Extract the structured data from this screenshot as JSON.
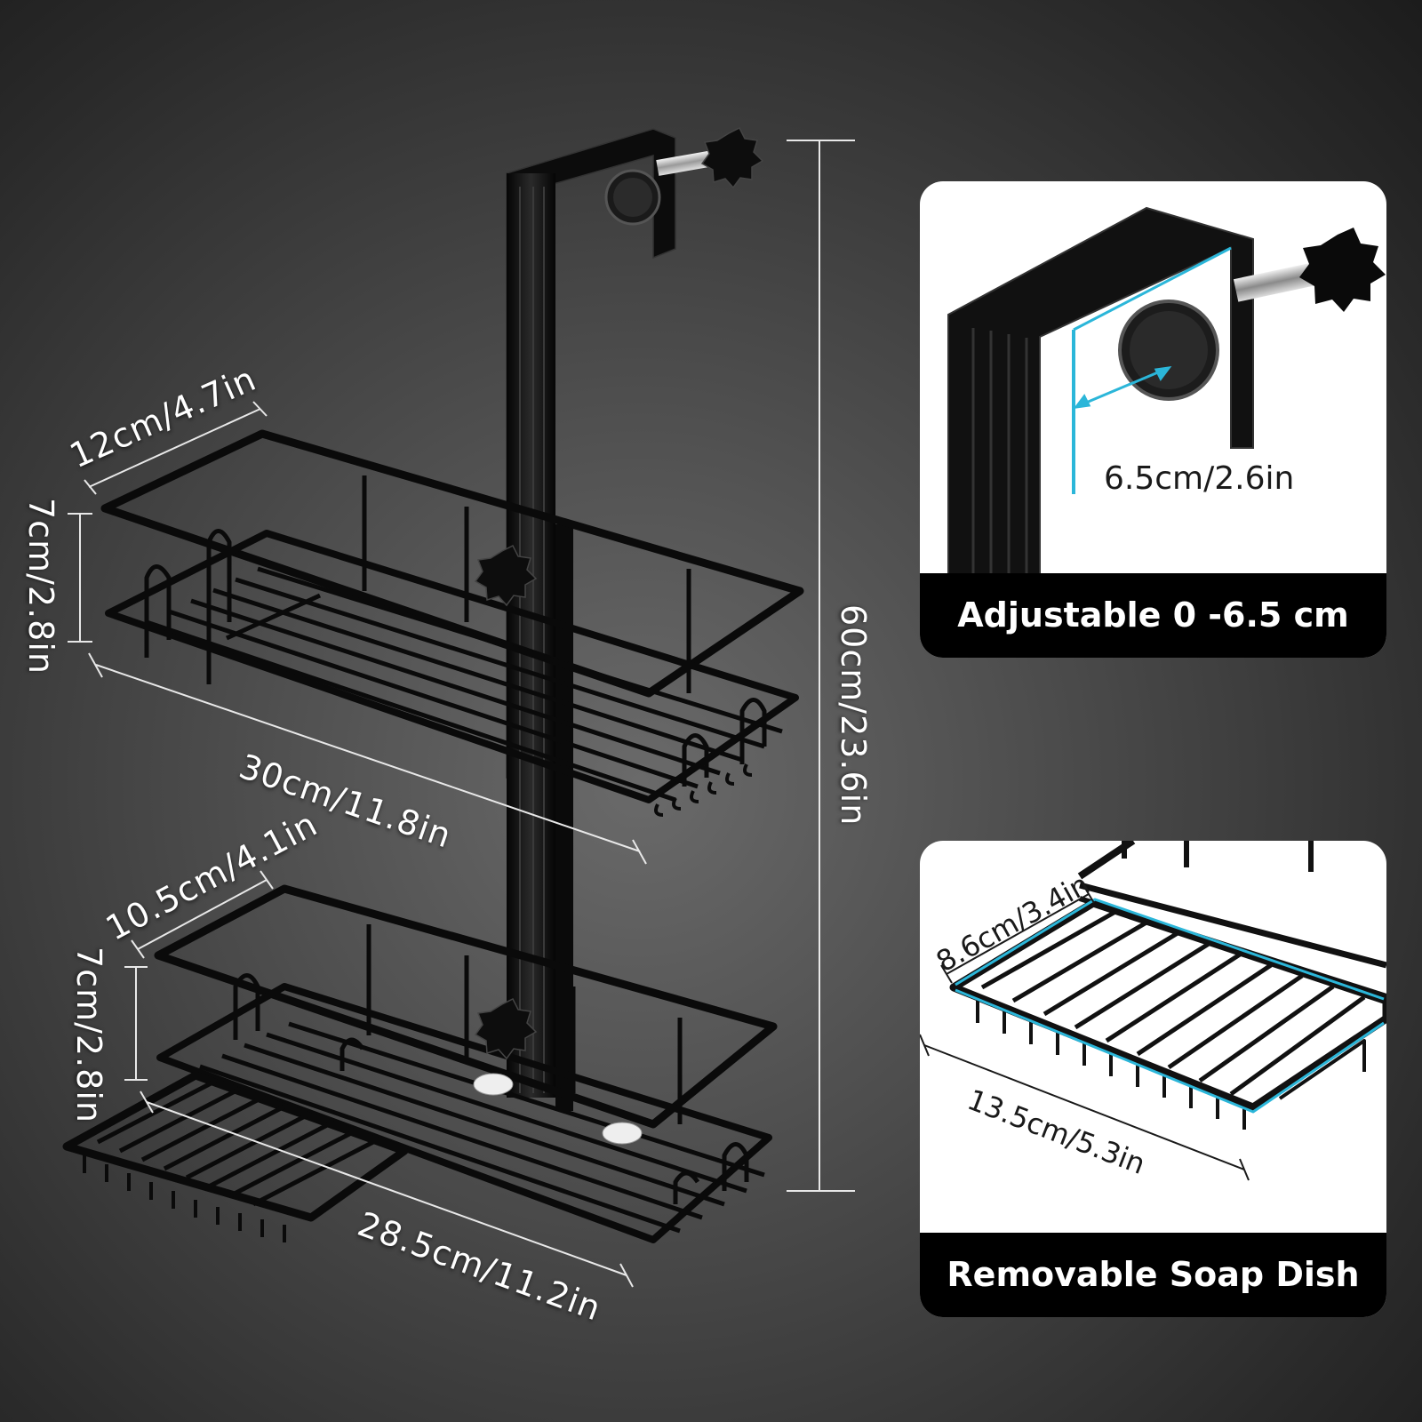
{
  "main_figure": {
    "top_shelf_depth": "12cm/4.7in",
    "top_shelf_height": "7cm/2.8in",
    "top_shelf_width": "30cm/11.8in",
    "total_height": "60cm/23.6in",
    "bottom_shelf_depth": "10.5cm/4.1in",
    "bottom_shelf_height": "7cm/2.8in",
    "bottom_shelf_width": "28.5cm/11.2in"
  },
  "detail_panels": [
    {
      "caption": "Adjustable 0 -6.5 cm",
      "dimension": "6.5cm/2.6in"
    },
    {
      "caption": "Removable Soap Dish",
      "dim_depth": "8.6cm/3.4in",
      "dim_width": "13.5cm/5.3in"
    }
  ],
  "colors": {
    "highlight": "#2bb6d9",
    "metal": "#111111",
    "panel_bg": "#ffffff",
    "caption_bg": "#000000"
  }
}
